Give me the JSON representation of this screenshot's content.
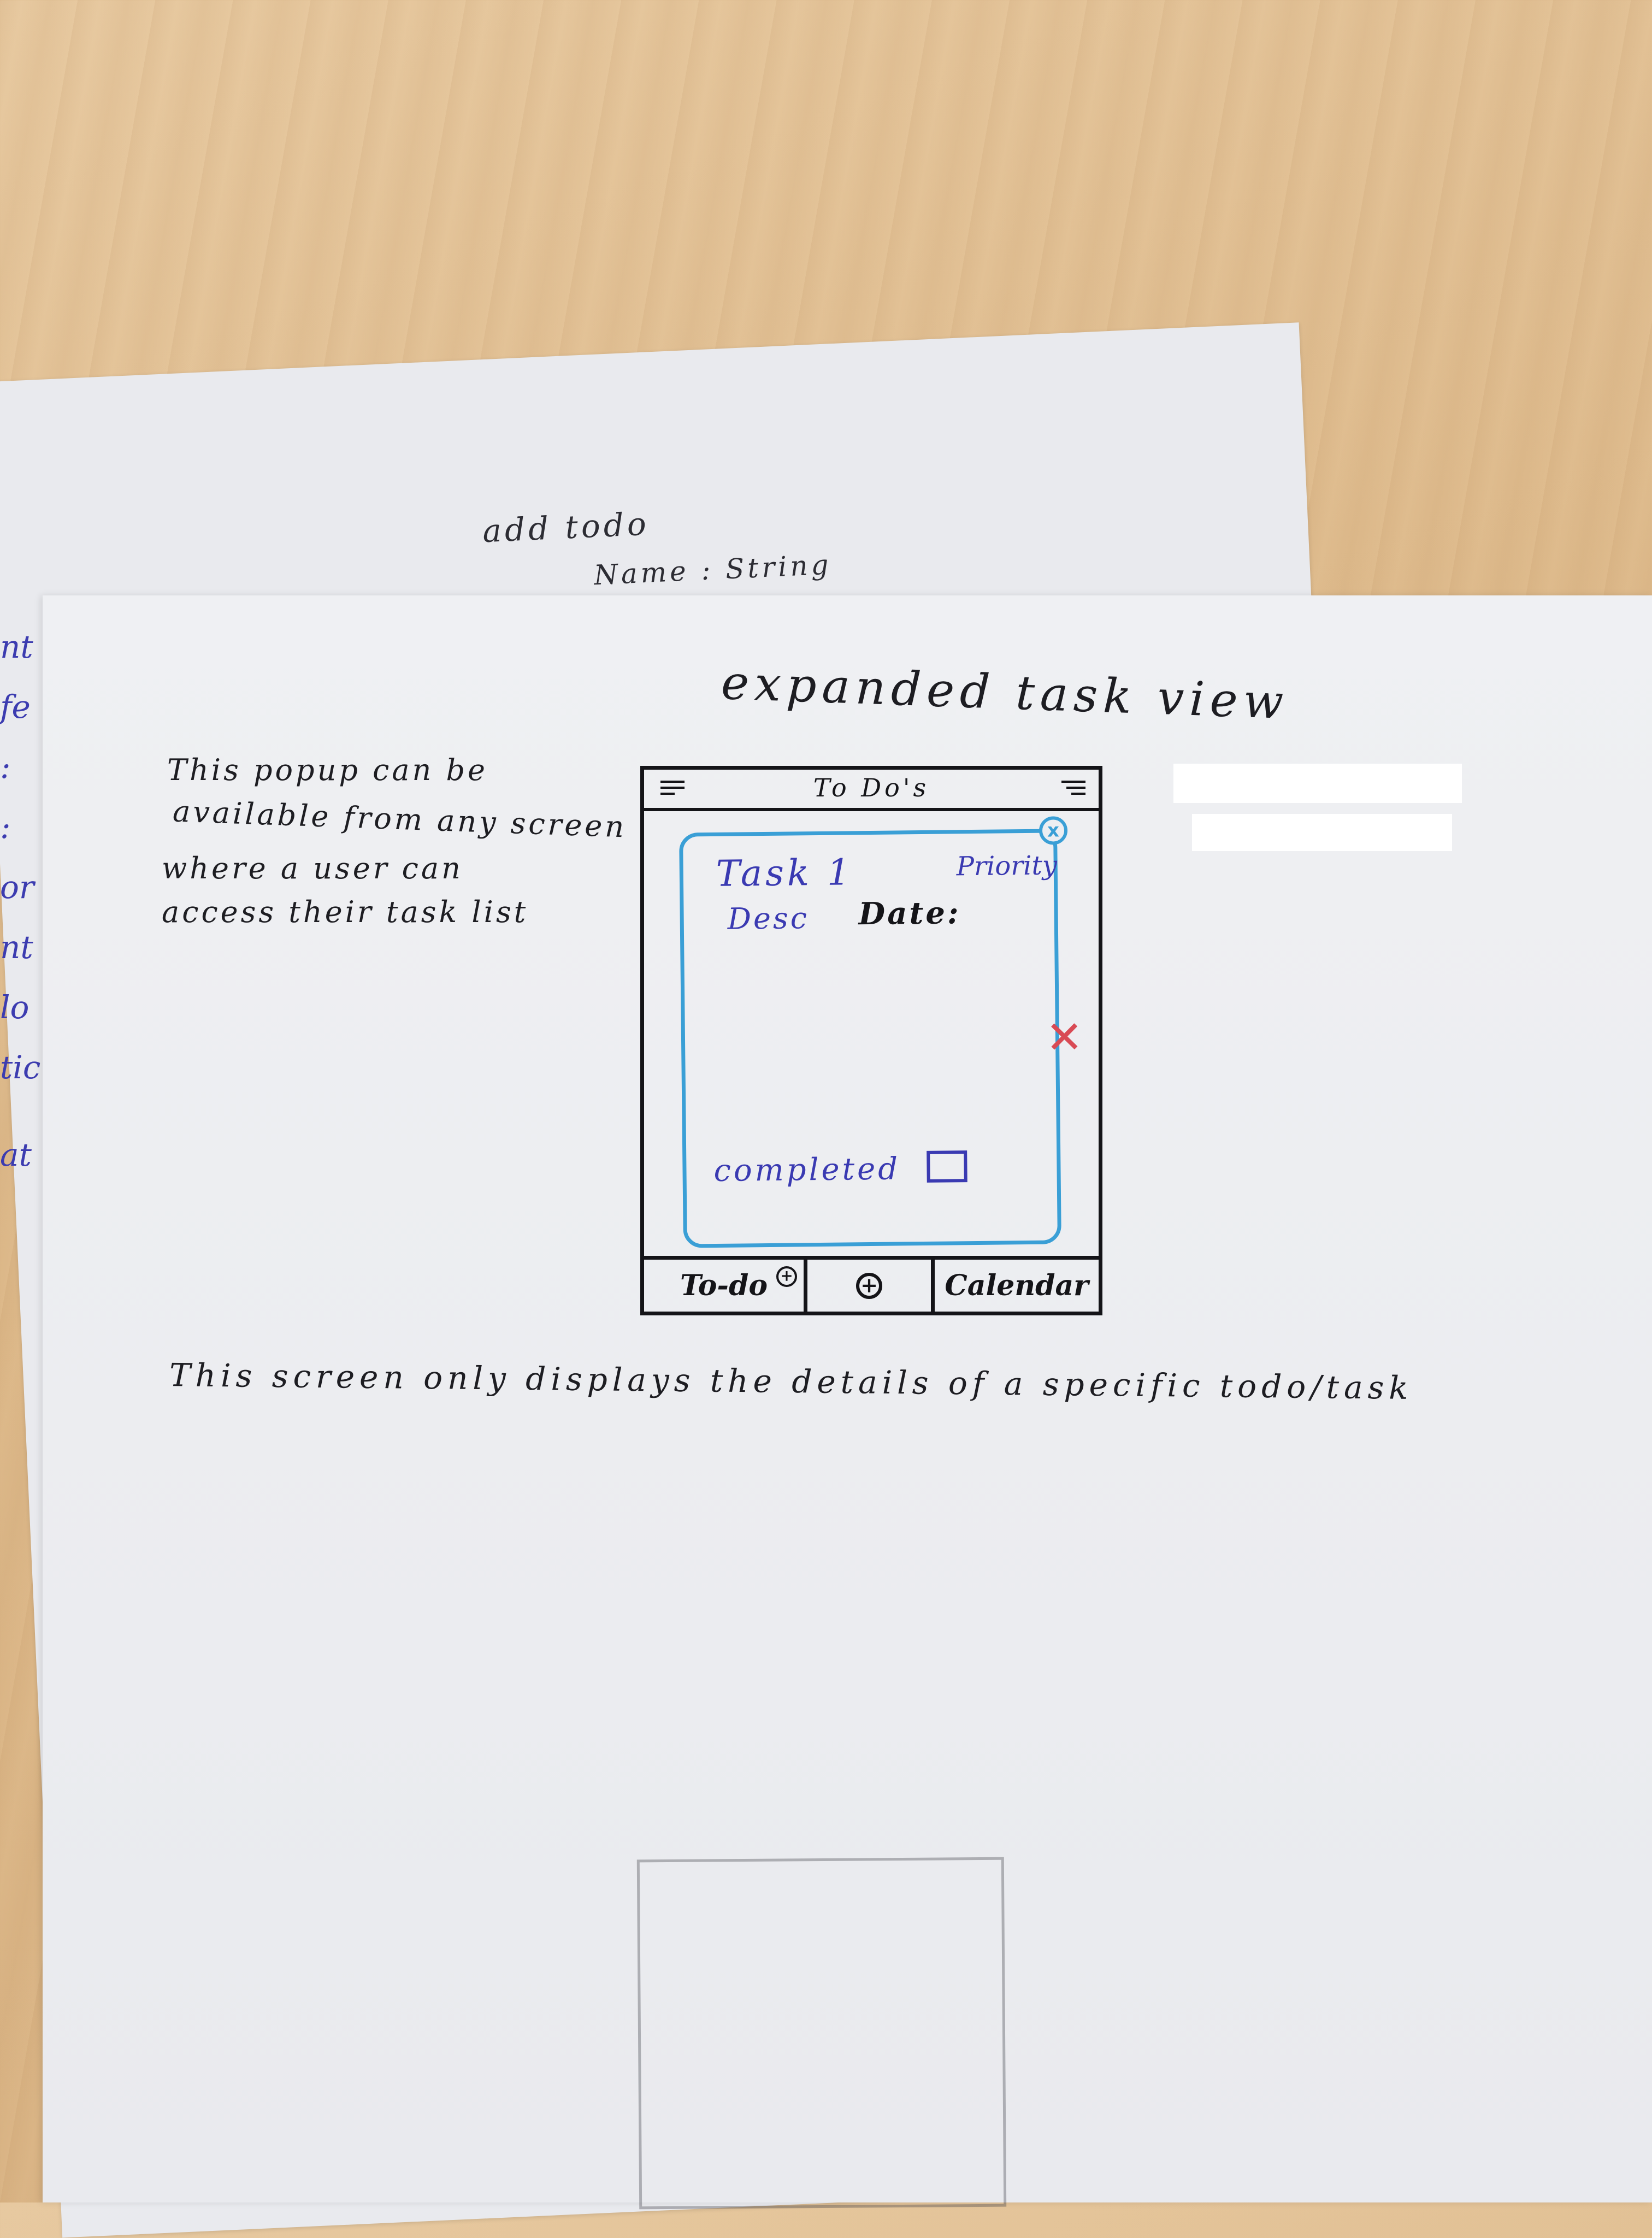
{
  "back_sheet": {
    "line1": "add todo",
    "line2": "Name : String"
  },
  "front_sheet": {
    "title": "expanded task view",
    "note_lines": [
      "This popup can be",
      "available from any screen",
      "where a user can",
      "access their task list"
    ],
    "caption": "This screen only displays the details of a specific todo/task"
  },
  "wireframe": {
    "top_bar_title": "To Do's",
    "popup": {
      "close_glyph": "x",
      "task_title": "Task 1",
      "priority_label": "Priority",
      "desc_label": "Desc",
      "date_label": "Date:",
      "completed_label": "completed"
    },
    "bottom_nav": {
      "todo_label": "To-do",
      "plus_glyph": "+",
      "calendar_label": "Calendar"
    }
  },
  "colors": {
    "popup_outline": "#3a9fd6",
    "popup_text": "#3a3ab2",
    "ink": "#141418",
    "delete_mark": "#d94a55",
    "table": "#ddb98a"
  },
  "icons": [
    "menu-icon",
    "menu-icon",
    "close-icon",
    "checkbox-icon",
    "delete-x-icon",
    "add-circle-icon"
  ]
}
